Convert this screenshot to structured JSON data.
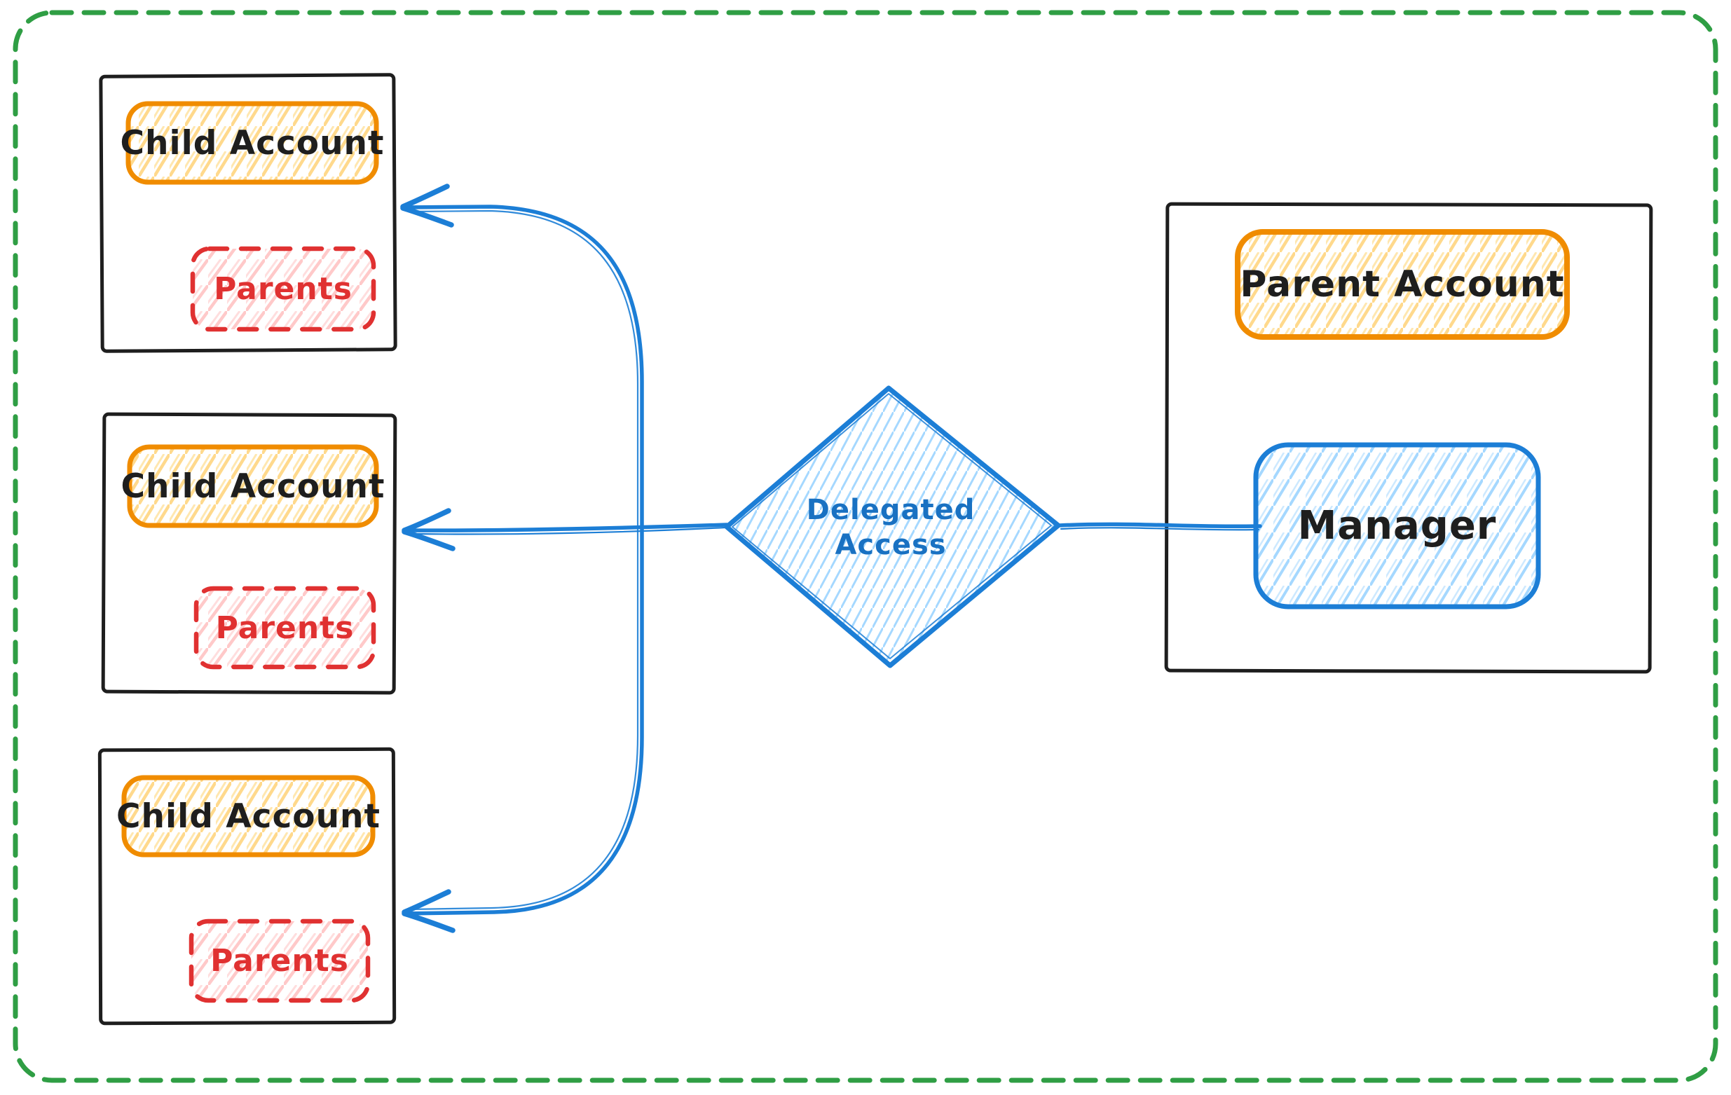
{
  "diagram": {
    "child_accounts": [
      {
        "title": "Child Account",
        "badge": "Parents"
      },
      {
        "title": "Child Account",
        "badge": "Parents"
      },
      {
        "title": "Child Account",
        "badge": "Parents"
      }
    ],
    "parent_account": {
      "title": "Parent Account",
      "member": "Manager"
    },
    "decision": {
      "label": "Delegated Access"
    }
  },
  "colors": {
    "canvas_border_green": "#2f9e44",
    "box_stroke_black": "#1e1e1e",
    "account_label_orange": "#f08c00",
    "account_label_hatch": "#ffd98c",
    "parents_red": "#e03131",
    "parents_hatch_pink": "#ffc9c9",
    "flow_blue": "#1c7ed6",
    "flow_hatch_blue": "#a5d8ff",
    "decision_text_blue": "#1971c2",
    "title_text": "#1e1e1e"
  }
}
